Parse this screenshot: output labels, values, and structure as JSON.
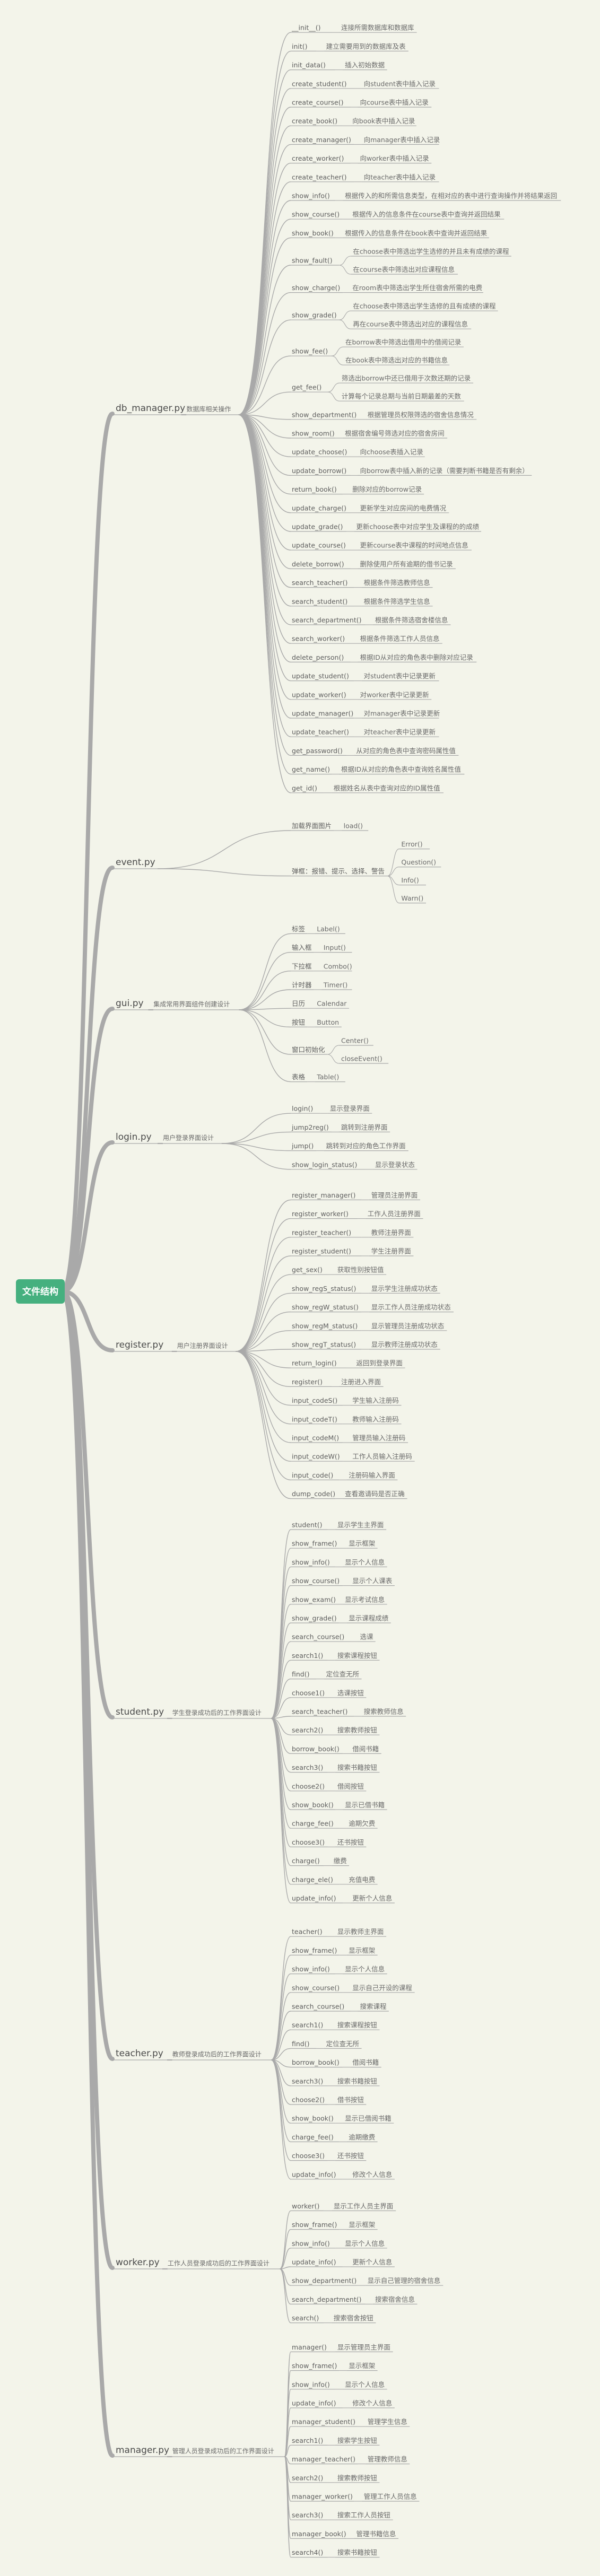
{
  "root": "文件结构",
  "files": [
    {
      "name": "db_manager.py",
      "note": "数据库相关操作",
      "items": [
        {
          "fn": "__init__()",
          "desc": [
            "连接所需数据库和数据库"
          ]
        },
        {
          "fn": "init()",
          "desc": [
            "建立需要用到的数据库及表"
          ]
        },
        {
          "fn": "init_data()",
          "desc": [
            "插入初始数据"
          ]
        },
        {
          "fn": "create_student()",
          "desc": [
            "向student表中插入记录"
          ]
        },
        {
          "fn": "create_course()",
          "desc": [
            "向course表中插入记录"
          ]
        },
        {
          "fn": "create_book()",
          "desc": [
            "向book表中插入记录"
          ]
        },
        {
          "fn": "create_manager()",
          "desc": [
            "向manager表中插入记录"
          ]
        },
        {
          "fn": "create_worker()",
          "desc": [
            "向worker表中插入记录"
          ]
        },
        {
          "fn": "create_teacher()",
          "desc": [
            "向teacher表中插入记录"
          ]
        },
        {
          "fn": "show_info()",
          "desc": [
            "根据传入的和所需信息类型，在相对应的表中进行查询操作并将结果返回"
          ]
        },
        {
          "fn": "show_course()",
          "desc": [
            "根据传入的信息条件在course表中查询并返回结果"
          ]
        },
        {
          "fn": "show_book()",
          "desc": [
            "根据传入的信息条件在book表中查询并返回结果"
          ]
        },
        {
          "fn": "show_fault()",
          "desc": [
            "在choose表中筛选出学生选修的并且未有成绩的课程",
            "在course表中筛选出对应课程信息"
          ]
        },
        {
          "fn": "show_charge()",
          "desc": [
            "在room表中筛选出学生所住宿舍所需的电费"
          ]
        },
        {
          "fn": "show_grade()",
          "desc": [
            "在choose表中筛选出学生选修的且有成绩的课程",
            "再在course表中筛选出对应的课程信息"
          ]
        },
        {
          "fn": "show_fee()",
          "desc": [
            "在borrow表中筛选出借用中的借阅记录",
            "在book表中筛选出对应的书籍信息"
          ]
        },
        {
          "fn": "get_fee()",
          "desc": [
            "筛选出borrow中还已借用于次数还期的记录",
            "计算每个记录总期与当前日期最差的天数"
          ]
        },
        {
          "fn": "show_department()",
          "desc": [
            "根据管理员权限筛选的宿舍信息情况"
          ]
        },
        {
          "fn": "show_room()",
          "desc": [
            "根据宿舍编号筛选对应的宿舍房间"
          ]
        },
        {
          "fn": "update_choose()",
          "desc": [
            "向choose表插入记录"
          ]
        },
        {
          "fn": "update_borrow()",
          "desc": [
            "向borrow表中插入新的记录（需要判断书籍是否有剩余）"
          ]
        },
        {
          "fn": "return_book()",
          "desc": [
            "删除对应的borrow记录"
          ]
        },
        {
          "fn": "update_charge()",
          "desc": [
            "更新学生对应房间的电费情况"
          ]
        },
        {
          "fn": "update_grade()",
          "desc": [
            "更新choose表中对应学生及课程的的成绩"
          ]
        },
        {
          "fn": "update_course()",
          "desc": [
            "更新course表中课程的时间地点信息"
          ]
        },
        {
          "fn": "delete_borrow()",
          "desc": [
            "删除使用户所有逾期的借书记录"
          ]
        },
        {
          "fn": "search_teacher()",
          "desc": [
            "根据条件筛选教师信息"
          ]
        },
        {
          "fn": "search_student()",
          "desc": [
            "根据条件筛选学生信息"
          ]
        },
        {
          "fn": "search_department()",
          "desc": [
            "根据条件筛选宿舍楼信息"
          ]
        },
        {
          "fn": "search_worker()",
          "desc": [
            "根据条件筛选工作人员信息"
          ]
        },
        {
          "fn": "delete_person()",
          "desc": [
            "根据ID从对应的角色表中删除对应记录"
          ]
        },
        {
          "fn": "update_student()",
          "desc": [
            "对student表中记录更新"
          ]
        },
        {
          "fn": "update_worker()",
          "desc": [
            "对worker表中记录更新"
          ]
        },
        {
          "fn": "update_manager()",
          "desc": [
            "对manager表中记录更新"
          ]
        },
        {
          "fn": "update_teacher()",
          "desc": [
            "对teacher表中记录更新"
          ]
        },
        {
          "fn": "get_password()",
          "desc": [
            "从对应的角色表中查询密码属性值"
          ]
        },
        {
          "fn": "get_name()",
          "desc": [
            "根据ID从对应的角色表中查询姓名属性值"
          ]
        },
        {
          "fn": "get_id()",
          "desc": [
            "根据姓名从表中查询对应的ID属性值"
          ]
        }
      ]
    },
    {
      "name": "event.py",
      "items": [
        {
          "fn": "加载界面图片",
          "desc": [
            "load()"
          ]
        },
        {
          "fn": "弹框：报错、提示、选择、警告",
          "desc": [
            "Error()",
            "Question()",
            "Info()",
            "Warn()"
          ]
        }
      ]
    },
    {
      "name": "gui.py",
      "note": "集成常用界面组件创建设计",
      "items": [
        {
          "fn": "标签",
          "desc": [
            "Label()"
          ]
        },
        {
          "fn": "输入框",
          "desc": [
            "Input()"
          ]
        },
        {
          "fn": "下拉框",
          "desc": [
            "Combo()"
          ]
        },
        {
          "fn": "计时器",
          "desc": [
            "Timer()"
          ]
        },
        {
          "fn": "日历",
          "desc": [
            "Calendar"
          ]
        },
        {
          "fn": "按钮",
          "desc": [
            "Button"
          ]
        },
        {
          "fn": "窗口初始化",
          "desc": [
            "Center()",
            "closeEvent()"
          ]
        },
        {
          "fn": "表格",
          "desc": [
            "Table()"
          ]
        }
      ]
    },
    {
      "name": "login.py",
      "note": "用户登录界面设计",
      "items": [
        {
          "fn": "login()",
          "desc": [
            "显示登录界面"
          ]
        },
        {
          "fn": "jump2reg()",
          "desc": [
            "跳转到注册界面"
          ]
        },
        {
          "fn": "jump()",
          "desc": [
            "跳转到对应的角色工作界面"
          ]
        },
        {
          "fn": "show_login_status()",
          "desc": [
            "显示登录状态"
          ]
        }
      ]
    },
    {
      "name": "register.py",
      "note": "用户注册界面设计",
      "items": [
        {
          "fn": "register_manager()",
          "desc": [
            "管理员注册界面"
          ]
        },
        {
          "fn": "register_worker()",
          "desc": [
            "工作人员注册界面"
          ]
        },
        {
          "fn": "register_teacher()",
          "desc": [
            "教师注册界面"
          ]
        },
        {
          "fn": "register_student()",
          "desc": [
            "学生注册界面"
          ]
        },
        {
          "fn": "get_sex()",
          "desc": [
            "获取性别按钮值"
          ]
        },
        {
          "fn": "show_regS_status()",
          "desc": [
            "显示学生注册成功状态"
          ]
        },
        {
          "fn": "show_regW_status()",
          "desc": [
            "显示工作人员注册成功状态"
          ]
        },
        {
          "fn": "show_regM_status()",
          "desc": [
            "显示管理员注册成功状态"
          ]
        },
        {
          "fn": "show_regT_status()",
          "desc": [
            "显示教师注册成功状态"
          ]
        },
        {
          "fn": "return_login()",
          "desc": [
            "返回到登录界面"
          ]
        },
        {
          "fn": "register()",
          "desc": [
            "注册进入界面"
          ]
        },
        {
          "fn": "input_codeS()",
          "desc": [
            "学生输入注册码"
          ]
        },
        {
          "fn": "input_codeT()",
          "desc": [
            "教师输入注册码"
          ]
        },
        {
          "fn": "input_codeM()",
          "desc": [
            "管理员输入注册码"
          ]
        },
        {
          "fn": "input_codeW()",
          "desc": [
            "工作人员输入注册码"
          ]
        },
        {
          "fn": "input_code()",
          "desc": [
            "注册码输入界面"
          ]
        },
        {
          "fn": "dump_code()",
          "desc": [
            "查看邀请码是否正确"
          ]
        }
      ]
    },
    {
      "name": "student.py",
      "note": "学生登录成功后的工作界面设计",
      "items": [
        {
          "fn": "student()",
          "desc": [
            "显示学生主界面"
          ]
        },
        {
          "fn": "show_frame()",
          "desc": [
            "显示框架"
          ]
        },
        {
          "fn": "show_info()",
          "desc": [
            "显示个人信息"
          ]
        },
        {
          "fn": "show_course()",
          "desc": [
            "显示个人课表"
          ]
        },
        {
          "fn": "show_exam()",
          "desc": [
            "显示考试信息"
          ]
        },
        {
          "fn": "show_grade()",
          "desc": [
            "显示课程成绩"
          ]
        },
        {
          "fn": "search_course()",
          "desc": [
            "选课"
          ]
        },
        {
          "fn": "search1()",
          "desc": [
            "搜索课程按钮"
          ]
        },
        {
          "fn": "find()",
          "desc": [
            "定位查无所"
          ]
        },
        {
          "fn": "choose1()",
          "desc": [
            "选课按钮"
          ]
        },
        {
          "fn": "search_teacher()",
          "desc": [
            "搜索教师信息"
          ]
        },
        {
          "fn": "search2()",
          "desc": [
            "搜索教师按钮"
          ]
        },
        {
          "fn": "borrow_book()",
          "desc": [
            "借阅书籍"
          ]
        },
        {
          "fn": "search3()",
          "desc": [
            "搜索书籍按钮"
          ]
        },
        {
          "fn": "choose2()",
          "desc": [
            "借阅按钮"
          ]
        },
        {
          "fn": "show_book()",
          "desc": [
            "显示已借书籍"
          ]
        },
        {
          "fn": "charge_fee()",
          "desc": [
            "逾期欠费"
          ]
        },
        {
          "fn": "choose3()",
          "desc": [
            "还书按钮"
          ]
        },
        {
          "fn": "charge()",
          "desc": [
            "缴费"
          ]
        },
        {
          "fn": "charge_ele()",
          "desc": [
            "充值电费"
          ]
        },
        {
          "fn": "update_info()",
          "desc": [
            "更新个人信息"
          ]
        }
      ]
    },
    {
      "name": "teacher.py",
      "note": "教师登录成功后的工作界面设计",
      "items": [
        {
          "fn": "teacher()",
          "desc": [
            "显示教师主界面"
          ]
        },
        {
          "fn": "show_frame()",
          "desc": [
            "显示框架"
          ]
        },
        {
          "fn": "show_info()",
          "desc": [
            "显示个人信息"
          ]
        },
        {
          "fn": "show_course()",
          "desc": [
            "显示自己开设的课程"
          ]
        },
        {
          "fn": "search_course()",
          "desc": [
            "搜索课程"
          ]
        },
        {
          "fn": "search1()",
          "desc": [
            "搜索课程按钮"
          ]
        },
        {
          "fn": "find()",
          "desc": [
            "定位查无所"
          ]
        },
        {
          "fn": "borrow_book()",
          "desc": [
            "借阅书籍"
          ]
        },
        {
          "fn": "search3()",
          "desc": [
            "搜索书籍按钮"
          ]
        },
        {
          "fn": "choose2()",
          "desc": [
            "借书按钮"
          ]
        },
        {
          "fn": "show_book()",
          "desc": [
            "显示已借阅书籍"
          ]
        },
        {
          "fn": "charge_fee()",
          "desc": [
            "逾期缴费"
          ]
        },
        {
          "fn": "choose3()",
          "desc": [
            "还书按钮"
          ]
        },
        {
          "fn": "update_info()",
          "desc": [
            "修改个人信息"
          ]
        }
      ]
    },
    {
      "name": "worker.py",
      "note": "工作人员登录成功后的工作界面设计",
      "items": [
        {
          "fn": "worker()",
          "desc": [
            "显示工作人员主界面"
          ]
        },
        {
          "fn": "show_frame()",
          "desc": [
            "显示框架"
          ]
        },
        {
          "fn": "show_info()",
          "desc": [
            "显示个人信息"
          ]
        },
        {
          "fn": "update_info()",
          "desc": [
            "更新个人信息"
          ]
        },
        {
          "fn": "show_department()",
          "desc": [
            "显示自己管理的宿舍信息"
          ]
        },
        {
          "fn": "search_department()",
          "desc": [
            "搜索宿舍信息"
          ]
        },
        {
          "fn": "search()",
          "desc": [
            "搜索宿舍按钮"
          ]
        }
      ]
    },
    {
      "name": "manager.py",
      "note": "管理人员登录成功后的工作界面设计",
      "items": [
        {
          "fn": "manager()",
          "desc": [
            "显示管理员主界面"
          ]
        },
        {
          "fn": "show_frame()",
          "desc": [
            "显示框架"
          ]
        },
        {
          "fn": "show_info()",
          "desc": [
            "显示个人信息"
          ]
        },
        {
          "fn": "update_info()",
          "desc": [
            "修改个人信息"
          ]
        },
        {
          "fn": "manager_student()",
          "desc": [
            "管理学生信息"
          ]
        },
        {
          "fn": "search1()",
          "desc": [
            "搜索学生按钮"
          ]
        },
        {
          "fn": "manager_teacher()",
          "desc": [
            "管理教师信息"
          ]
        },
        {
          "fn": "search2()",
          "desc": [
            "搜索教师按钮"
          ]
        },
        {
          "fn": "manager_worker()",
          "desc": [
            "管理工作人员信息"
          ]
        },
        {
          "fn": "search3()",
          "desc": [
            "搜索工作人员按钮"
          ]
        },
        {
          "fn": "manager_book()",
          "desc": [
            "管理书籍信息"
          ]
        },
        {
          "fn": "search4()",
          "desc": [
            "搜索书籍按钮"
          ]
        }
      ]
    }
  ]
}
